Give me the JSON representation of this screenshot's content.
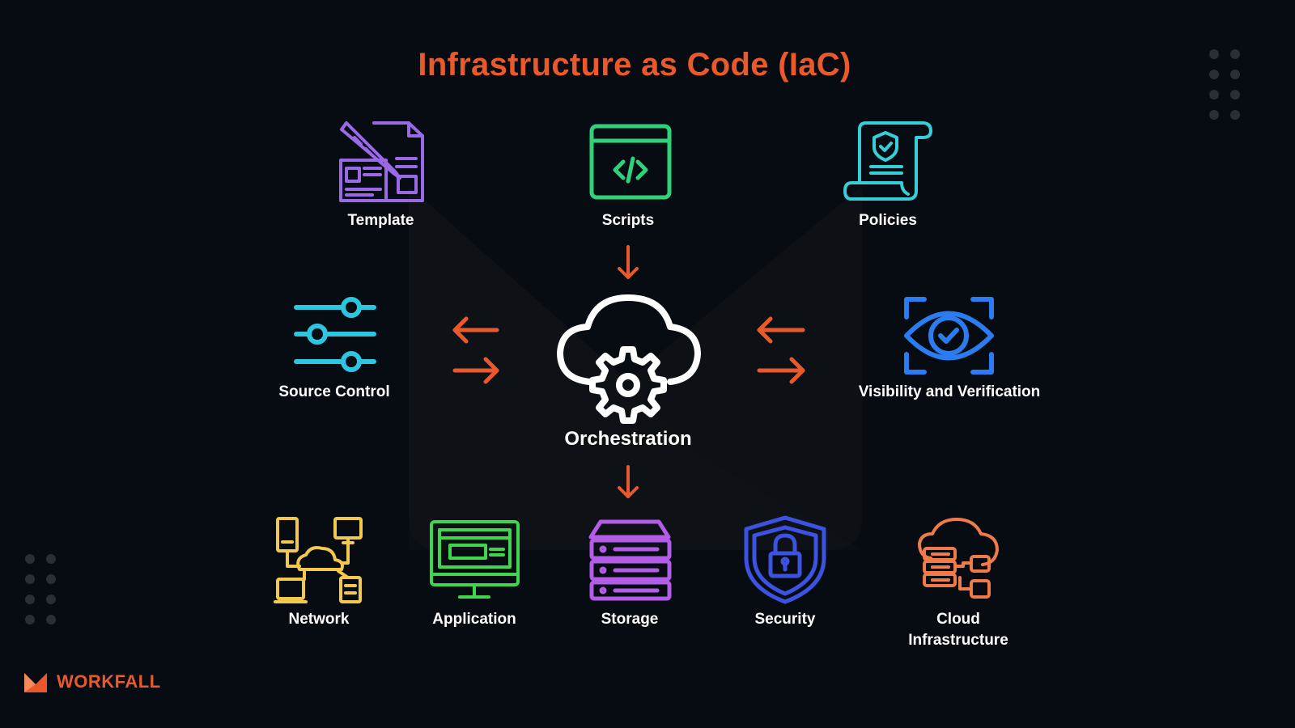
{
  "title": "Infrastructure as Code (IaC)",
  "brand": {
    "name": "WORKFALL",
    "color": "#e9592c"
  },
  "colors": {
    "accent": "#e9592c",
    "template": "#9a6ae6",
    "scripts": "#2fd27a",
    "policies": "#36cfd8",
    "source_control": "#2ec5e0",
    "visibility": "#2b7cf0",
    "network": "#f2c94c",
    "application": "#3fd64e",
    "storage": "#b25ce8",
    "security": "#3c52e0",
    "cloud": "#f07a4a",
    "center": "#ffffff"
  },
  "nodes": {
    "template": {
      "label": "Template",
      "icon": "template-icon"
    },
    "scripts": {
      "label": "Scripts",
      "icon": "code-window-icon"
    },
    "policies": {
      "label": "Policies",
      "icon": "policy-scroll-icon"
    },
    "source_control": {
      "label": "Source Control",
      "icon": "sliders-icon"
    },
    "visibility": {
      "label": "Visibility and Verification",
      "icon": "eye-check-icon"
    },
    "orchestration": {
      "label": "Orchestration",
      "icon": "cloud-gear-icon"
    },
    "network": {
      "label": "Network",
      "icon": "network-icon"
    },
    "application": {
      "label": "Application",
      "icon": "monitor-icon"
    },
    "storage": {
      "label": "Storage",
      "icon": "server-stack-icon"
    },
    "security": {
      "label": "Security",
      "icon": "shield-lock-icon"
    },
    "cloud": {
      "label": "Cloud Infrastructure",
      "icon": "cloud-database-icon"
    }
  }
}
